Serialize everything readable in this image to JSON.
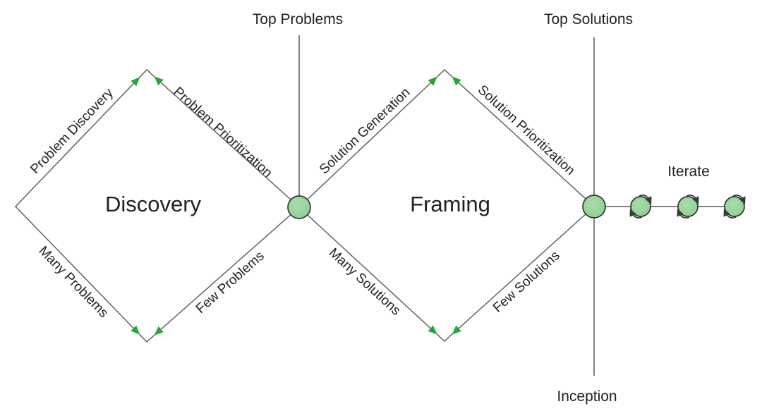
{
  "diagram": {
    "type": "double-diamond-process",
    "milestones": {
      "top_problems": "Top Problems",
      "top_solutions": "Top Solutions",
      "inception": "Inception",
      "iterate": "Iterate"
    },
    "phases": [
      {
        "label": "Discovery",
        "edge_labels": {
          "diverge_top": "Problem Discovery",
          "converge_top": "Problem Prioritization",
          "diverge_bottom": "Many Problems",
          "converge_bottom": "Few Problems"
        }
      },
      {
        "label": "Framing",
        "edge_labels": {
          "diverge_top": "Solution Generation",
          "converge_top": "Solution Prioritization",
          "diverge_bottom": "Many Solutions",
          "converge_bottom": "Few Solutions"
        }
      }
    ],
    "colors": {
      "node_fill": "#8ccf93",
      "node_fill_light": "#aadcac",
      "node_stroke": "#333333",
      "arrowhead_green": "#25a53a",
      "line_gray": "#595959",
      "cycle_arrow": "#3a3a3a",
      "text": "#212121"
    }
  }
}
